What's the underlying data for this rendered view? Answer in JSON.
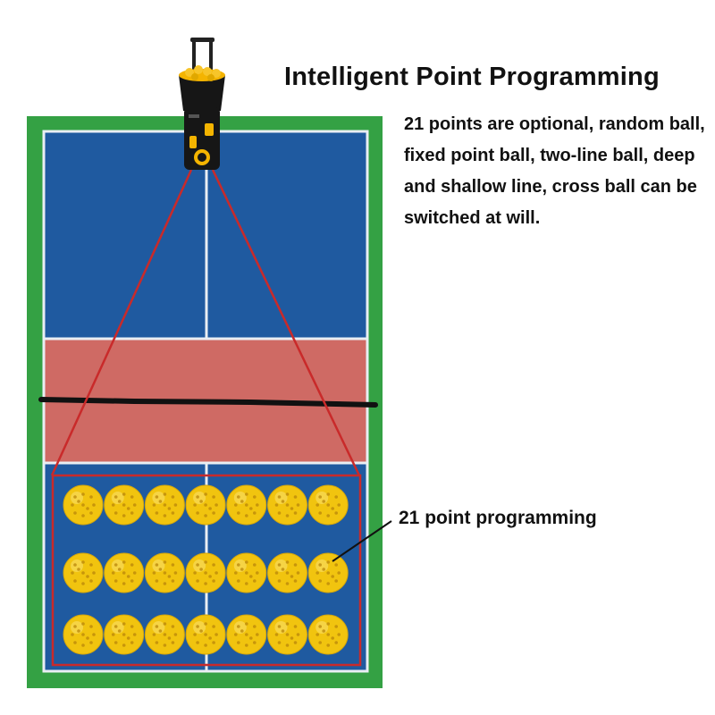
{
  "header": {
    "title": "Intelligent Point Programming"
  },
  "description": "21 points are optional, random ball, fixed point ball, two-line ball, deep and shallow line, cross ball can be switched at will.",
  "callout": {
    "label": "21 point programming"
  },
  "grid": {
    "rows": 3,
    "columns": 7,
    "point_count": 21
  },
  "colors": {
    "outer_green": "#34a144",
    "court_blue": "#1f5aa0",
    "kitchen_red": "#cf6a64",
    "court_line": "#e9eef3",
    "net": "#111111",
    "trajectory_line": "#c92a2a",
    "ball_yellow": "#f1c40f",
    "machine_body": "#161616",
    "machine_accent": "#f4b400"
  },
  "icons": [
    "ball-machine-icon",
    "pickleball-icon"
  ]
}
